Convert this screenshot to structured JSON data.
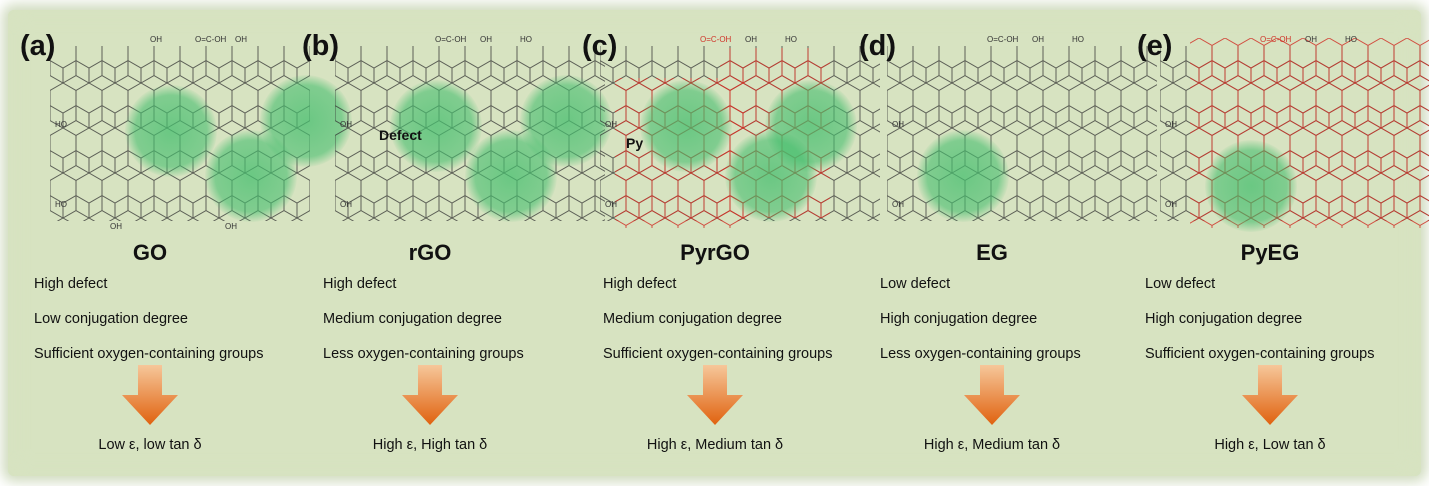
{
  "panels": [
    {
      "label": "(a)",
      "name": "GO",
      "properties": [
        "High defect",
        "Low conjugation degree",
        "Sufficient oxygen-containing groups"
      ],
      "result": "Low ε, low tan δ",
      "groups": [
        "OH",
        "O=C-OH",
        "OH",
        "HO",
        "HO",
        "OH",
        "OH"
      ]
    },
    {
      "label": "(b)",
      "name": "rGO",
      "properties": [
        "High defect",
        "Medium conjugation degree",
        "Less oxygen-containing groups"
      ],
      "result": "High ε, High tan δ",
      "groups": [
        "O=C-OH",
        "OH",
        "HO",
        "OH",
        "OH"
      ]
    },
    {
      "label": "(c)",
      "name": "PyrGO",
      "properties": [
        "High defect",
        "Medium conjugation degree",
        "Sufficient oxygen-containing groups"
      ],
      "result": "High ε, Medium tan δ",
      "groups": [
        "O=C-OH",
        "OH",
        "HO",
        "OH",
        "OH"
      ]
    },
    {
      "label": "(d)",
      "name": "EG",
      "properties": [
        "Low defect",
        "High conjugation degree",
        "Less oxygen-containing groups"
      ],
      "result": "High ε, Medium tan δ",
      "groups": [
        "O=C-OH",
        "OH",
        "HO",
        "OH",
        "OH"
      ]
    },
    {
      "label": "(e)",
      "name": "PyEG",
      "properties": [
        "Low defect",
        "High conjugation degree",
        "Sufficient oxygen-containing groups"
      ],
      "result": "High ε, Low tan δ",
      "groups": [
        "O=C-OH",
        "OH",
        "HO",
        "OH",
        "OH"
      ]
    }
  ],
  "annotations": {
    "defect": "Defect",
    "py": "Py"
  },
  "colors": {
    "background": "#d7e3c1",
    "defect_blob": "#46be6e",
    "pyrene": "#d0352a",
    "arrow_top": "#f6c79a",
    "arrow_bottom": "#e0620f"
  }
}
